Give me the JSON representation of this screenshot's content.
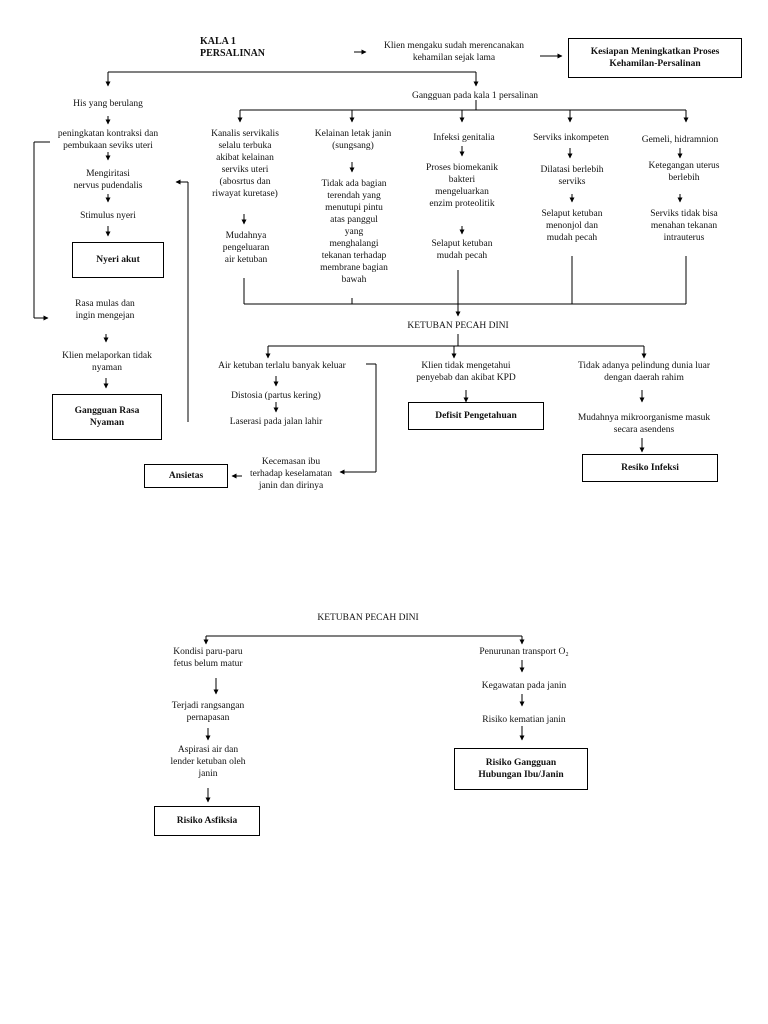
{
  "top": {
    "title": "KALA 1\nPERSALINAN",
    "client_plan": "Klien mengaku sudah merencanakan\nkehamilan sejak lama",
    "box_kesiapan": "Kesiapan Meningkatkan Proses\nKehamilan-Persalinan",
    "gangguan": "Gangguan pada kala 1 persalinan"
  },
  "left": {
    "his": "His yang berulang",
    "peningkatan": "peningkatan kontraksi dan\npembukaan seviks uteri",
    "mengiritasi": "Mengiritasi\nnervus pudendalis",
    "stimulus": "Stimulus nyeri",
    "box_nyeri": "Nyeri akut",
    "rasa_mulas": "Rasa mulas dan\ningin mengejan",
    "klien_melapor": "Klien melaporkan tidak\nnyaman",
    "box_rasa_nyaman": "Gangguan Rasa\nNyaman"
  },
  "causes": {
    "kanalis": "Kanalis servikalis\nselalu terbuka\nakibat kelainan\nserviks uteri\n(abosrtus dan\nriwayat kuretase)",
    "kanalis_next": "Mudahnya\npengeluaran\nair ketuban",
    "kelainan": "Kelainan letak janin\n(sungsang)",
    "kelainan_next": "Tidak ada bagian\nterendah yang\nmenutupi pintu\natas panggul\nyang\nmenghalangi\ntekanan terhadap\nmembrane bagian\nbawah",
    "infeksi": "Infeksi genitalia",
    "infeksi_next1": "Proses biomekanik\nbakteri\nmengeluarkan\nenzim proteolitik",
    "infeksi_next2": "Selaput ketuban\nmudah pecah",
    "serviks": "Serviks inkompeten",
    "serviks_next1": "Dilatasi berlebih\nserviks",
    "serviks_next2": "Selaput ketuban\nmenonjol dan\nmudah pecah",
    "gemeli": "Gemeli, hidramnion",
    "gemeli_next1": "Ketegangan uterus\nberlebih",
    "gemeli_next2": "Serviks tidak bisa\nmenahan tekanan\nintrauterus"
  },
  "kpd": {
    "title": "KETUBAN PECAH DINI",
    "air_ketuban": "Air ketuban terlalu banyak keluar",
    "distosia": "Distosia (partus kering)",
    "laserasi": "Laserasi pada jalan lahir",
    "kecemasan": "Kecemasan ibu\nterhadap keselamatan\njanin dan dirinya",
    "box_ansietas": "Ansietas",
    "klien_tidak_tahu": "Klien tidak mengetahui\npenyebab dan akibat KPD",
    "box_defisit": "Defisit Pengetahuan",
    "tidak_pelindung": "Tidak adanya pelindung dunia luar\ndengan daerah rahim",
    "mudahnya_mikro": "Mudahnya mikroorganisme masuk\nsecara asendens",
    "box_infeksi": "Resiko Infeksi"
  },
  "kpd2": {
    "title": "KETUBAN PECAH DINI",
    "kondisi": "Kondisi paru-paru\nfetus belum matur",
    "terjadi": "Terjadi rangsangan\npernapasan",
    "aspirasi": "Aspirasi air dan\nlender ketuban oleh\njanin",
    "box_asfiksia": "Risiko Asfiksia",
    "penurunan": "Penurunan transport O₂",
    "kegawatan": "Kegawatan pada janin",
    "risiko_kematian": "Risiko kematian janin",
    "box_gangguan": "Risiko Gangguan\nHubungan Ibu/Janin"
  }
}
